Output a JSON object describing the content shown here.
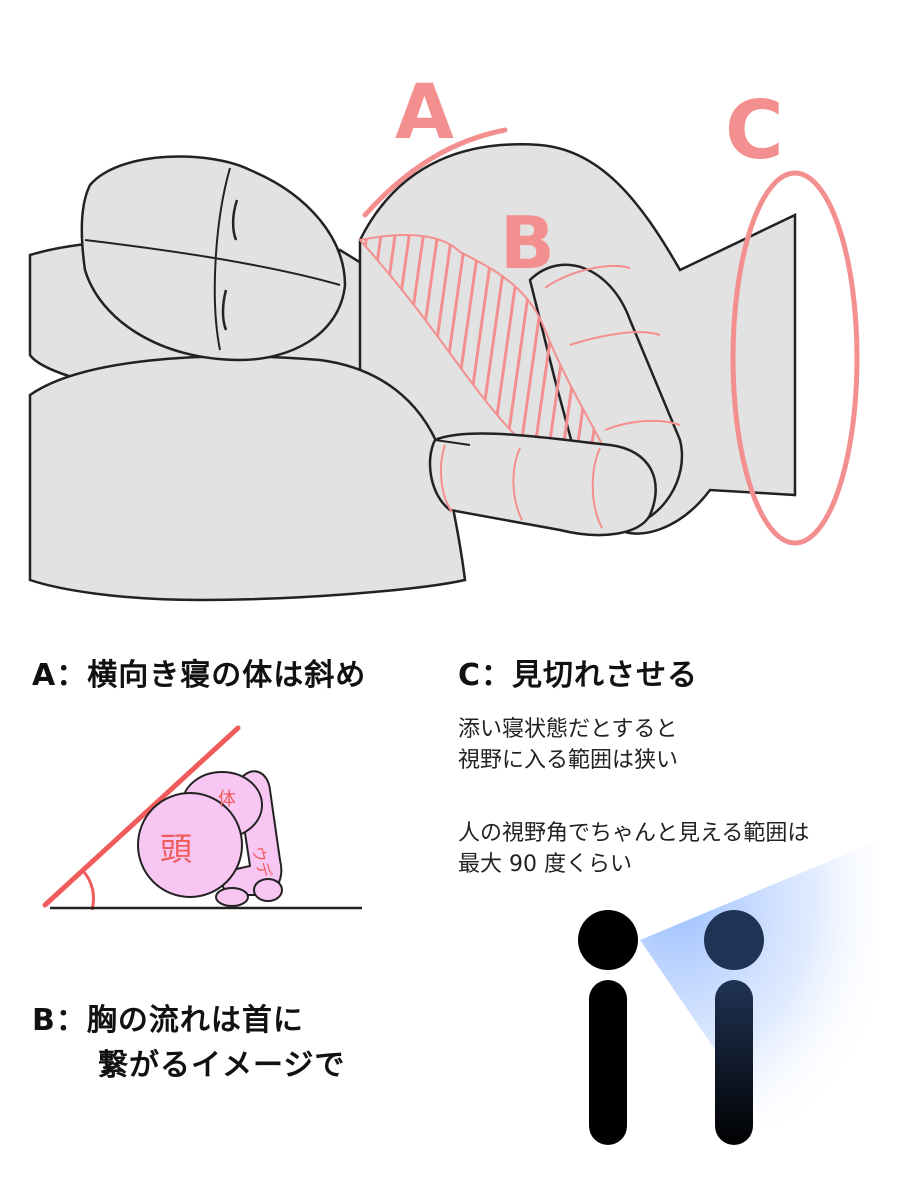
{
  "illustration": {
    "marker_a": "A",
    "marker_b": "B",
    "marker_c": "C",
    "colors": {
      "body_fill": "#e2e2e2",
      "outline": "#222222",
      "annotation": "#f48f8f",
      "diagram_line": "#f05b5b",
      "pink_fill": "#f7c6f2",
      "figure": "#000000",
      "figure_head_2": "#1f3355",
      "view_cone": "#8fb7ff"
    }
  },
  "section_a": {
    "heading": "A：横向き寝の体は斜め",
    "label_head": "頭",
    "label_body": "体",
    "label_arm": "ウデ"
  },
  "section_b": {
    "heading_line1": "B：胸の流れは首に",
    "heading_line2": "繋がるイメージで"
  },
  "section_c": {
    "heading": "C：見切れさせる",
    "note1_line1": "添い寝状態だとすると",
    "note1_line2": "視野に入る範囲は狭い",
    "note2_line1": "人の視野角でちゃんと見える範囲は",
    "note2_line2": "最大 90 度くらい"
  }
}
